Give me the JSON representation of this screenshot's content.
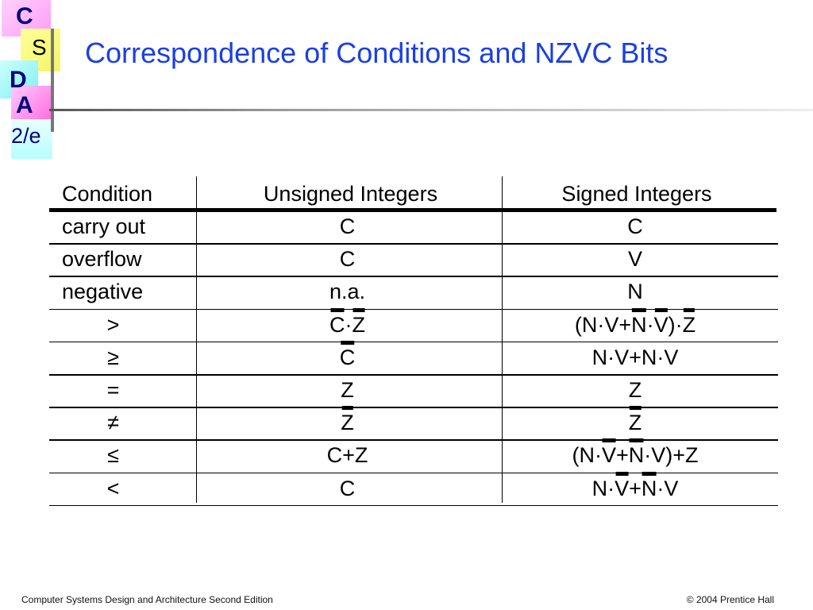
{
  "logo": {
    "letters": [
      "C",
      "S",
      "D",
      "A",
      "2/e"
    ]
  },
  "slide": {
    "title": "Correspondence of Conditions and NZVC Bits",
    "footer_left": "Computer Systems Design and Architecture Second Edition",
    "footer_right": "© 2004 Prentice Hall"
  },
  "table": {
    "headers": [
      "Condition",
      "Unsigned Integers",
      "Signed Integers"
    ],
    "rows": [
      {
        "condition": "carry out",
        "unsigned": [
          [
            "C",
            false
          ]
        ],
        "signed": [
          [
            "C",
            false
          ]
        ]
      },
      {
        "condition": "overflow",
        "unsigned": [
          [
            "C",
            false
          ]
        ],
        "signed": [
          [
            "V",
            false
          ]
        ]
      },
      {
        "condition": "negative",
        "unsigned": [
          [
            "n.a.",
            false
          ]
        ],
        "signed": [
          [
            "N",
            false
          ]
        ]
      },
      {
        "condition": ">",
        "unsigned": [
          [
            "C",
            true
          ],
          [
            "·",
            false
          ],
          [
            "Z",
            true
          ]
        ],
        "signed": [
          [
            "(N·V+",
            false
          ],
          [
            "N",
            true
          ],
          [
            "·",
            false
          ],
          [
            "V",
            true
          ],
          [
            ")·",
            false
          ],
          [
            "Z",
            true
          ]
        ]
      },
      {
        "condition": "≥",
        "unsigned": [
          [
            "C",
            true
          ]
        ],
        "signed": [
          [
            "N·V+N·V",
            false
          ]
        ]
      },
      {
        "condition": "=",
        "unsigned": [
          [
            "Z",
            false
          ]
        ],
        "signed": [
          [
            "Z",
            false
          ]
        ]
      },
      {
        "condition": "≠",
        "unsigned": [
          [
            "Z",
            true
          ]
        ],
        "signed": [
          [
            "Z",
            true
          ]
        ]
      },
      {
        "condition": "≤",
        "unsigned": [
          [
            "C+Z",
            false
          ]
        ],
        "signed": [
          [
            "(N·",
            false
          ],
          [
            "V",
            true
          ],
          [
            "+",
            false
          ],
          [
            "N",
            true
          ],
          [
            "·V)+Z",
            false
          ]
        ]
      },
      {
        "condition": "<",
        "unsigned": [
          [
            "C",
            false
          ]
        ],
        "signed": [
          [
            "N·",
            false
          ],
          [
            "V",
            true
          ],
          [
            "+",
            false
          ],
          [
            "N",
            true
          ],
          [
            "·V",
            false
          ]
        ]
      }
    ]
  }
}
